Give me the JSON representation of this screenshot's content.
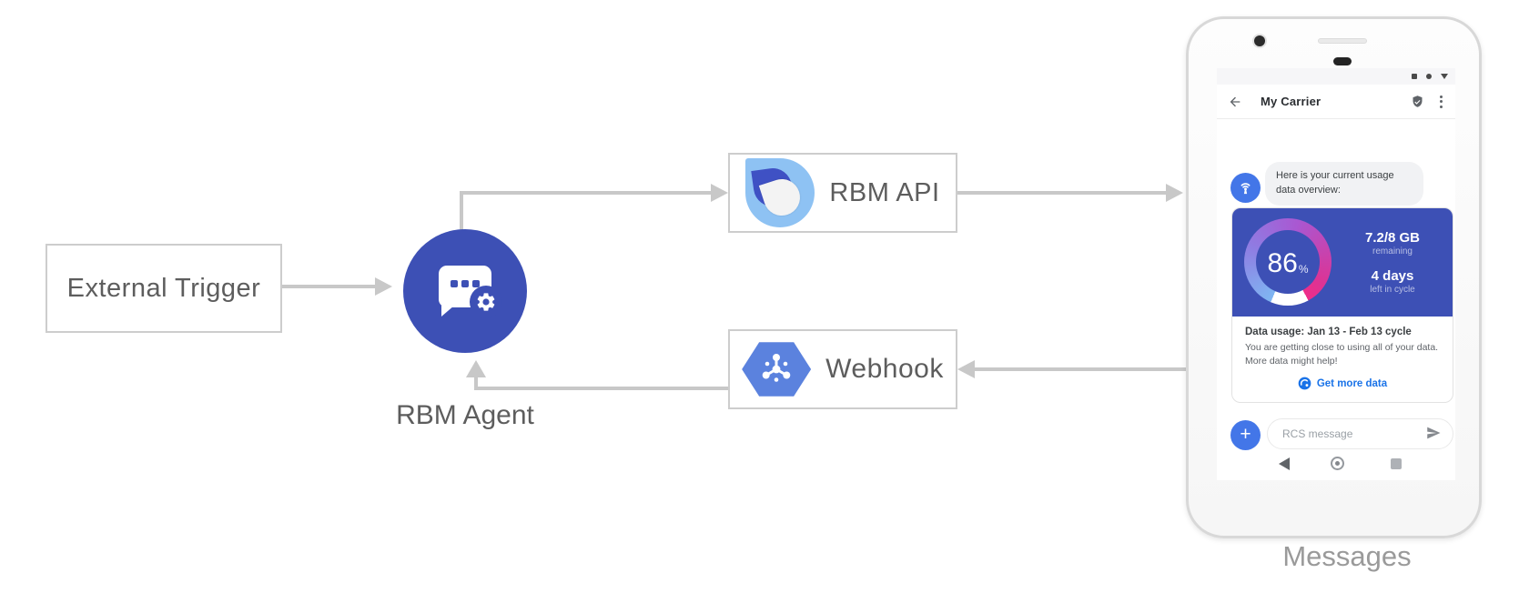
{
  "diagram": {
    "external_trigger_label": "External Trigger",
    "rbm_agent_label": "RBM Agent",
    "rbm_api_label": "RBM API",
    "webhook_label": "Webhook",
    "phone_caption": "Messages"
  },
  "phone": {
    "app_bar": {
      "title": "My Carrier"
    },
    "chat_bubble_text": "Here is your current usage data overview:",
    "usage_card": {
      "percent": "86",
      "percent_unit": "%",
      "remaining_value": "7.2/8 GB",
      "remaining_label": "remaining",
      "cycle_value": "4 days",
      "cycle_label": "left in cycle",
      "title": "Data usage: Jan 13 - Feb 13 cycle",
      "body": "You are getting close to using all of your data. More data might help!",
      "action_label": "Get more data"
    },
    "composer": {
      "plus_label": "+",
      "placeholder": "RCS message"
    }
  },
  "colors": {
    "indigo": "#3d50b5",
    "hexagon_blue": "#5b82de",
    "avatar_blue": "#4376e8",
    "link_blue": "#1a73e8",
    "connector_gray": "#c8c8c8",
    "gauge_gradient": [
      "#7fb6f2",
      "#8f7ce2",
      "#a958d2",
      "#ef2d89"
    ]
  }
}
